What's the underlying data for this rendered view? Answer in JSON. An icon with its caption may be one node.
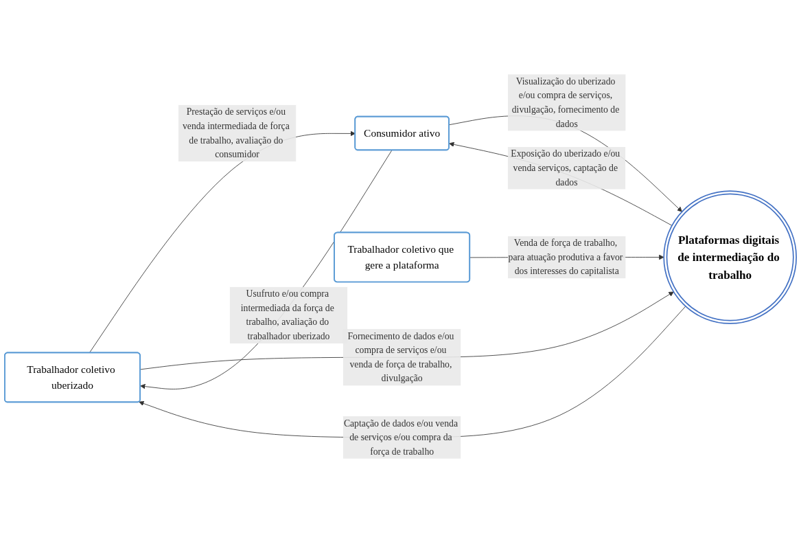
{
  "diagram": {
    "nodes": [
      {
        "text": [
          "Trabalhador coletivo uberizado"
        ]
      },
      {
        "text": [
          "Consumidor ativo"
        ]
      },
      {
        "text": [
          "Plataformas digitais de intermediação do trabalho"
        ]
      },
      {
        "text": [
          "Trabalhador coletivo que gere a plataforma"
        ]
      }
    ],
    "edges": [
      {
        "from": 1,
        "to": 0,
        "arrow": "to",
        "label": "Usufruto e/ou compra intermediada da força de trabalho, avaliação do trabalhador uberizado"
      },
      {
        "from": 0,
        "to": 1,
        "arrow": "to",
        "label": "Prestação de serviços e/ou venda intermediada de força de trabalho, avaliação do consumidor"
      },
      {
        "from": 0,
        "to": 2,
        "arrow": "to",
        "label": "Fornecimento de dados e/ou compra de serviços e/ou venda de força de trabalho, divulgação"
      },
      {
        "from": 2,
        "to": 0,
        "arrow": "to",
        "label": "Captação de dados e/ou venda de serviços e/ou compra da força de trabalho"
      },
      {
        "from": 1,
        "to": 2,
        "arrow": "to",
        "label": "Visualização do uberizado e/ou compra de serviços, divulgação, fornecimento de dados"
      },
      {
        "from": 2,
        "to": 1,
        "arrow": "to",
        "label": "Exposição do uberizado e/ou venda serviços, captação de dados"
      },
      {
        "from": 3,
        "to": 2,
        "arrow": "to",
        "label": "Venda de força de trabalho, para atuação produtiva a favor dos interesses do capitalista"
      }
    ]
  }
}
